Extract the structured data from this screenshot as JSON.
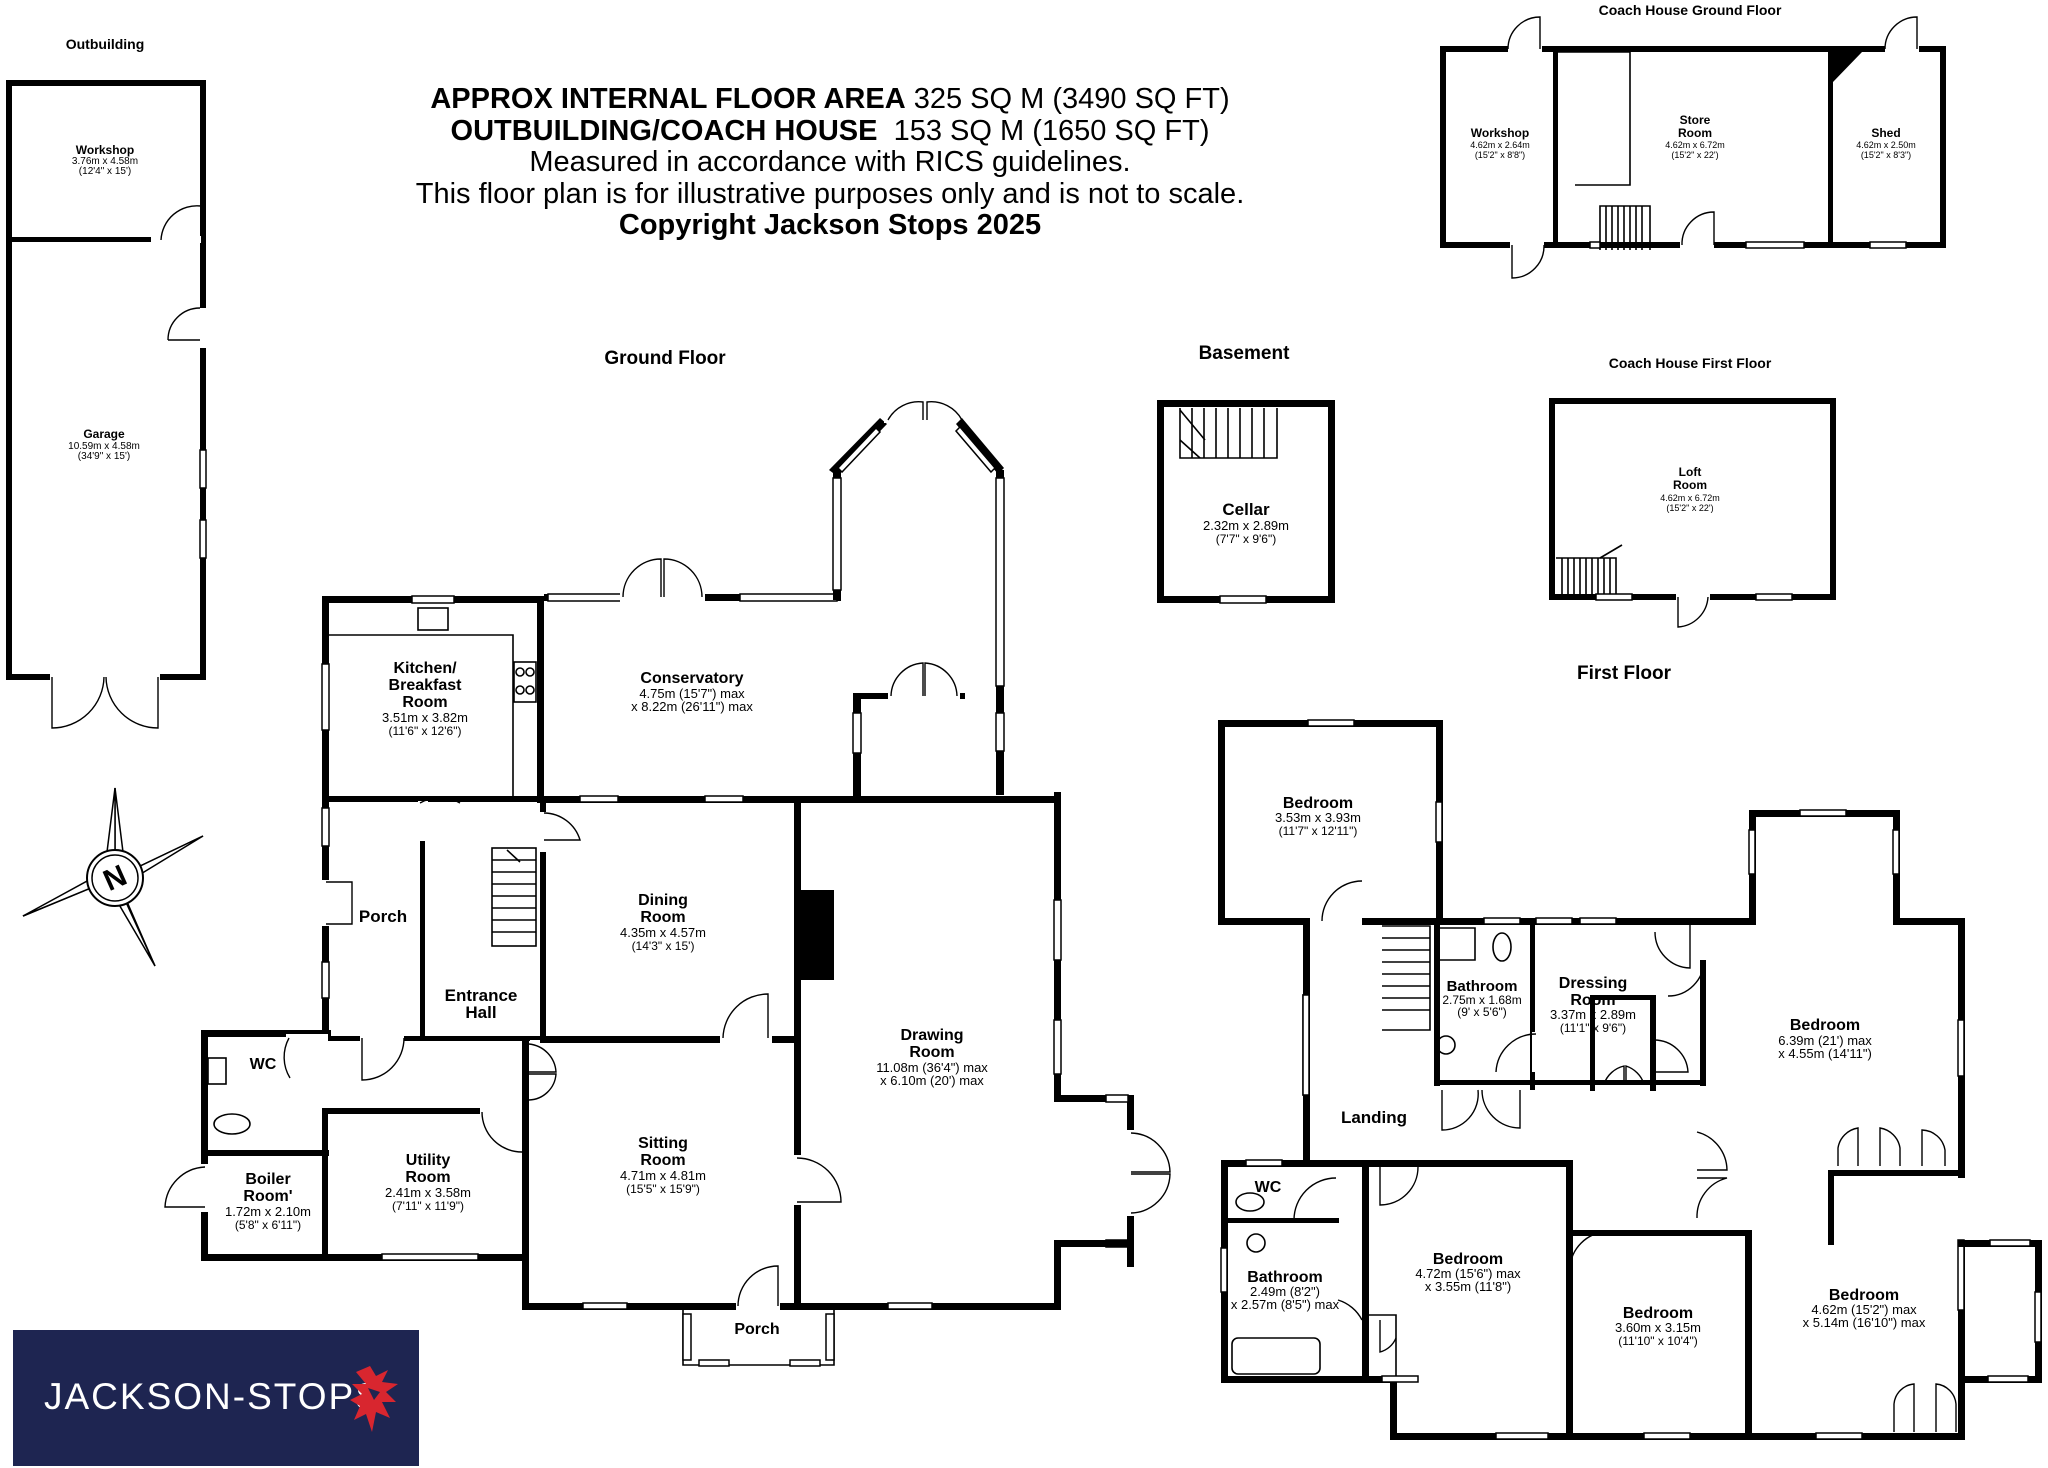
{
  "header": {
    "line1_bold": "APPROX INTERNAL FLOOR AREA",
    "line1_rest": "325 SQ M (3490 SQ FT)",
    "line2_bold": "OUTBUILDING/COACH HOUSE",
    "line2_rest": "153 SQ M (1650 SQ FT)",
    "line3": "Measured in accordance with RICS guidelines.",
    "line4": "This floor plan is for illustrative purposes only and is not to scale.",
    "line5": "Copyright Jackson Stops 2025"
  },
  "sections": {
    "outbuilding": "Outbuilding",
    "ground_floor": "Ground Floor",
    "basement": "Basement",
    "coach_ground": "Coach House Ground Floor",
    "coach_first": "Coach House First Floor",
    "first_floor": "First Floor"
  },
  "compass": {
    "letter": "N"
  },
  "logo": {
    "text": "JACKSON-STOPS"
  },
  "rooms": {
    "ob_workshop": {
      "name": "Workshop",
      "dims": "3.76m x 4.58m",
      "imp": "(12'4\" x 15')"
    },
    "ob_garage": {
      "name": "Garage",
      "dims": "10.59m x 4.58m",
      "imp": "(34'9\" x 15')"
    },
    "kitchen": {
      "name1": "Kitchen/",
      "name2": "Breakfast",
      "name3": "Room",
      "dims": "3.51m x 3.82m",
      "imp": "(11'6\" x 12'6\")"
    },
    "conservatory": {
      "name": "Conservatory",
      "dims": "4.75m (15'7\") max",
      "imp": "x 8.22m (26'11\") max"
    },
    "porch_side": {
      "name": "Porch"
    },
    "entrance_hall": {
      "name1": "Entrance",
      "name2": "Hall"
    },
    "dining": {
      "name1": "Dining",
      "name2": "Room",
      "dims": "4.35m x 4.57m",
      "imp": "(14'3\" x 15')"
    },
    "drawing": {
      "name1": "Drawing",
      "name2": "Room",
      "dims": "11.08m (36'4\") max",
      "imp": "x 6.10m (20') max"
    },
    "wc_ground": {
      "name": "WC"
    },
    "boiler": {
      "name1": "Boiler",
      "name2": "Room'",
      "dims": "1.72m x 2.10m",
      "imp": "(5'8\" x 6'11\")"
    },
    "utility": {
      "name1": "Utility",
      "name2": "Room",
      "dims": "2.41m x 3.58m",
      "imp": "(7'11\" x 11'9\")"
    },
    "sitting": {
      "name1": "Sitting",
      "name2": "Room",
      "dims": "4.71m x 4.81m",
      "imp": "(15'5\" x 15'9\")"
    },
    "porch_front": {
      "name": "Porch"
    },
    "cellar": {
      "name": "Cellar",
      "dims": "2.32m x 2.89m",
      "imp": "(7'7\" x 9'6\")"
    },
    "ch_workshop": {
      "name": "Workshop",
      "dims": "4.62m x 2.64m",
      "imp": "(15'2\" x 8'8\")"
    },
    "ch_store": {
      "name1": "Store",
      "name2": "Room",
      "dims": "4.62m x 6.72m",
      "imp": "(15'2\" x 22')"
    },
    "ch_shed": {
      "name": "Shed",
      "dims": "4.62m x 2.50m",
      "imp": "(15'2\" x 8'3\")"
    },
    "loft": {
      "name1": "Loft",
      "name2": "Room",
      "dims": "4.62m x 6.72m",
      "imp": "(15'2\" x 22')"
    },
    "bed1": {
      "name": "Bedroom",
      "dims": "3.53m x 3.93m",
      "imp": "(11'7\" x 12'11\")"
    },
    "bathroom1": {
      "name": "Bathroom",
      "dims": "2.75m x 1.68m",
      "imp": "(9' x 5'6\")"
    },
    "dressing": {
      "name1": "Dressing",
      "name2": "Room",
      "dims": "3.37m x 2.89m",
      "imp": "(11'1\" x 9'6\")"
    },
    "bed_master": {
      "name": "Bedroom",
      "dims": "6.39m (21') max",
      "imp": "x 4.55m (14'11\")"
    },
    "landing": {
      "name": "Landing"
    },
    "wc_first": {
      "name": "WC"
    },
    "bathroom2": {
      "name": "Bathroom",
      "dims": "2.49m (8'2\")",
      "imp": "x 2.57m (8'5\") max"
    },
    "bed3": {
      "name": "Bedroom",
      "dims": "4.72m (15'6\") max",
      "imp": "x 3.55m (11'8\")"
    },
    "bed4": {
      "name": "Bedroom",
      "dims": "3.60m x 3.15m",
      "imp": "(11'10\" x 10'4\")"
    },
    "bed5": {
      "name": "Bedroom",
      "dims": "4.62m (15'2\") max",
      "imp": "x 5.14m (16'10\") max"
    }
  }
}
